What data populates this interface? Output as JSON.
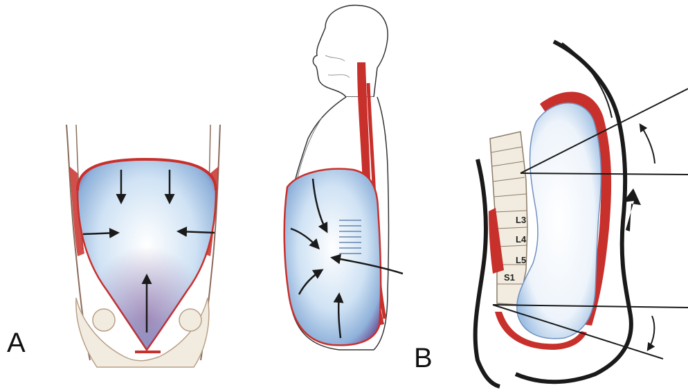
{
  "panels": {
    "a": {
      "label": "A"
    },
    "b": {
      "label": "B"
    }
  },
  "vertebrae": [
    "L3",
    "L4",
    "L5",
    "S1"
  ],
  "colors": {
    "muscle": "#c8302c",
    "muscle_light": "#e8a7a2",
    "cavity": "#cfe2f4",
    "cavity_deep": "#7b4f8f",
    "outline": "#1a1a1a",
    "bone": "#f2ece0"
  }
}
